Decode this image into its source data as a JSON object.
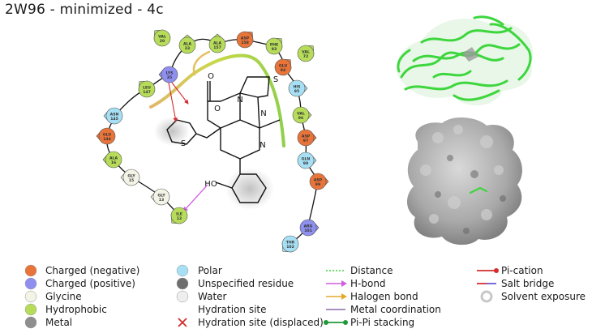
{
  "title": "2W96 - minimized - 4c",
  "colors": {
    "charged_negative": "#e9743a",
    "charged_positive": "#8f8ff0",
    "glycine": "#f3f3e6",
    "hydrophobic": "#b6dc5a",
    "metal": "#8e8e8e",
    "polar": "#a7e0f4",
    "unspecified": "#6e6e6e",
    "water": "#eeeeee",
    "hbond": "#d15ee1",
    "pication": "#d42c2c",
    "pipi": "#1f9a38",
    "protein_ribbon": "#3dd63d",
    "surface": "#9b9b9b"
  },
  "residues": [
    {
      "name": "VAL",
      "num": "20",
      "type": "hydrophobic"
    },
    {
      "name": "ALA",
      "num": "33",
      "type": "hydrophobic"
    },
    {
      "name": "ALA",
      "num": "157",
      "type": "hydrophobic"
    },
    {
      "name": "ASP",
      "num": "158",
      "type": "charged_negative"
    },
    {
      "name": "PHE",
      "num": "93",
      "type": "hydrophobic"
    },
    {
      "name": "VAL",
      "num": "72",
      "type": "hydrophobic"
    },
    {
      "name": "LYS",
      "num": "35",
      "type": "charged_positive"
    },
    {
      "name": "GLU",
      "num": "94",
      "type": "charged_negative"
    },
    {
      "name": "HIS",
      "num": "95",
      "type": "polar"
    },
    {
      "name": "LEU",
      "num": "147",
      "type": "hydrophobic"
    },
    {
      "name": "ASN",
      "num": "145",
      "type": "polar"
    },
    {
      "name": "VAL",
      "num": "96",
      "type": "hydrophobic"
    },
    {
      "name": "GLU",
      "num": "144",
      "type": "charged_negative"
    },
    {
      "name": "ASP",
      "num": "97",
      "type": "charged_negative"
    },
    {
      "name": "ALA",
      "num": "16",
      "type": "hydrophobic"
    },
    {
      "name": "GLN",
      "num": "98",
      "type": "polar"
    },
    {
      "name": "GLY",
      "num": "15",
      "type": "glycine"
    },
    {
      "name": "ASP",
      "num": "99",
      "type": "charged_negative"
    },
    {
      "name": "GLY",
      "num": "13",
      "type": "glycine"
    },
    {
      "name": "ILE",
      "num": "12",
      "type": "hydrophobic"
    },
    {
      "name": "ARG",
      "num": "101",
      "type": "charged_positive"
    },
    {
      "name": "THR",
      "num": "102",
      "type": "polar"
    }
  ],
  "ligand_atoms": {
    "o1": "O",
    "o2": "O",
    "s1": "S",
    "n1": "N",
    "n2": "N",
    "n3": "N",
    "s2": "S",
    "ho": "HO"
  },
  "legend": {
    "col1": [
      {
        "label": "Charged (negative)",
        "swatch": "charged_negative"
      },
      {
        "label": "Charged (positive)",
        "swatch": "charged_positive"
      },
      {
        "label": "Glycine",
        "swatch": "glycine"
      },
      {
        "label": "Hydrophobic",
        "swatch": "hydrophobic"
      },
      {
        "label": "Metal",
        "swatch": "metal"
      }
    ],
    "col2": [
      {
        "label": "Polar",
        "swatch": "polar"
      },
      {
        "label": "Unspecified residue",
        "swatch": "unspecified"
      },
      {
        "label": "Water",
        "swatch": "water"
      },
      {
        "label": "Hydration site",
        "swatch": ""
      },
      {
        "label": "Hydration site (displaced)",
        "swatch": "x"
      }
    ],
    "col3": [
      {
        "label": "Distance",
        "line": "distance"
      },
      {
        "label": "H-bond",
        "line": "hbond"
      },
      {
        "label": "Halogen bond",
        "line": "halogen"
      },
      {
        "label": "Metal coordination",
        "line": "metal"
      },
      {
        "label": "Pi-Pi stacking",
        "line": "pipi"
      }
    ],
    "col4": [
      {
        "label": "Pi-cation",
        "line": "pication"
      },
      {
        "label": "Salt bridge",
        "line": "saltbridge"
      },
      {
        "label": "Solvent exposure",
        "line": "solvent"
      }
    ]
  }
}
